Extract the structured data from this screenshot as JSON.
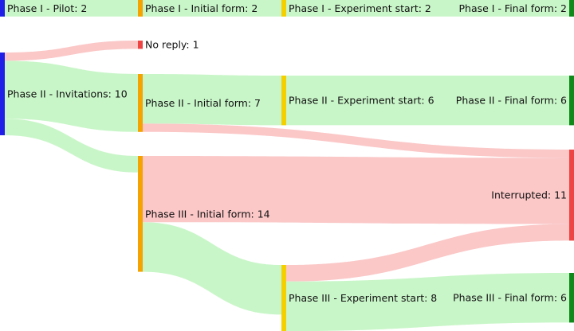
{
  "chart_data": {
    "type": "sankey",
    "nodes": [
      {
        "id": "p1_pilot",
        "label": "Phase I - Pilot: 2",
        "value": 2,
        "color": "#1f1fe8"
      },
      {
        "id": "p1_initial",
        "label": "Phase I - Initial form: 2",
        "value": 2,
        "color": "#f5a300"
      },
      {
        "id": "p1_exp",
        "label": "Phase I - Experiment start: 2",
        "value": 2,
        "color": "#f5d000"
      },
      {
        "id": "p1_final",
        "label": "Phase I - Final form: 2",
        "value": 2,
        "color": "#0f8a1a"
      },
      {
        "id": "p2_inv",
        "label": "Phase II - Invitations: 10",
        "value": 10,
        "color": "#1f1fe8"
      },
      {
        "id": "no_reply",
        "label": "No reply: 1",
        "value": 1,
        "color": "#ef4444"
      },
      {
        "id": "p2_initial",
        "label": "Phase II - Initial form: 7",
        "value": 7,
        "color": "#f5a300"
      },
      {
        "id": "p2_exp",
        "label": "Phase II - Experiment start: 6",
        "value": 6,
        "color": "#f5d000"
      },
      {
        "id": "p2_final",
        "label": "Phase II - Final form: 6",
        "value": 6,
        "color": "#0f8a1a"
      },
      {
        "id": "p3_initial",
        "label": "Phase III - Initial form: 14",
        "value": 14,
        "color": "#f5a300"
      },
      {
        "id": "interrupted",
        "label": "Interrupted: 11",
        "value": 11,
        "color": "#ef4444"
      },
      {
        "id": "p3_exp",
        "label": "Phase III - Experiment start: 8",
        "value": 8,
        "color": "#f5d000"
      },
      {
        "id": "p3_final",
        "label": "Phase III - Final form: 6",
        "value": 6,
        "color": "#0f8a1a"
      }
    ],
    "links": [
      {
        "source": "p1_pilot",
        "target": "p1_initial",
        "value": 2,
        "kind": "continue"
      },
      {
        "source": "p1_initial",
        "target": "p1_exp",
        "value": 2,
        "kind": "continue"
      },
      {
        "source": "p1_exp",
        "target": "p1_final",
        "value": 2,
        "kind": "continue"
      },
      {
        "source": "p2_inv",
        "target": "no_reply",
        "value": 1,
        "kind": "drop"
      },
      {
        "source": "p2_inv",
        "target": "p2_initial",
        "value": 7,
        "kind": "continue"
      },
      {
        "source": "p2_inv",
        "target": "p3_initial",
        "value": 2,
        "kind": "continue"
      },
      {
        "source": "p2_initial",
        "target": "p2_exp",
        "value": 6,
        "kind": "continue"
      },
      {
        "source": "p2_initial",
        "target": "interrupted",
        "value": 1,
        "kind": "drop"
      },
      {
        "source": "p2_exp",
        "target": "p2_final",
        "value": 6,
        "kind": "continue"
      },
      {
        "source": "p3_initial",
        "target": "interrupted",
        "value": 8,
        "kind": "drop"
      },
      {
        "source": "p3_initial",
        "target": "p3_exp",
        "value": 6,
        "kind": "continue"
      },
      {
        "source": "p3_exp",
        "target": "interrupted",
        "value": 2,
        "kind": "drop"
      },
      {
        "source": "p3_exp",
        "target": "p3_final",
        "value": 6,
        "kind": "continue"
      }
    ],
    "link_colors": {
      "continue": "#c6f5c6",
      "drop": "#fbc4c4"
    }
  }
}
